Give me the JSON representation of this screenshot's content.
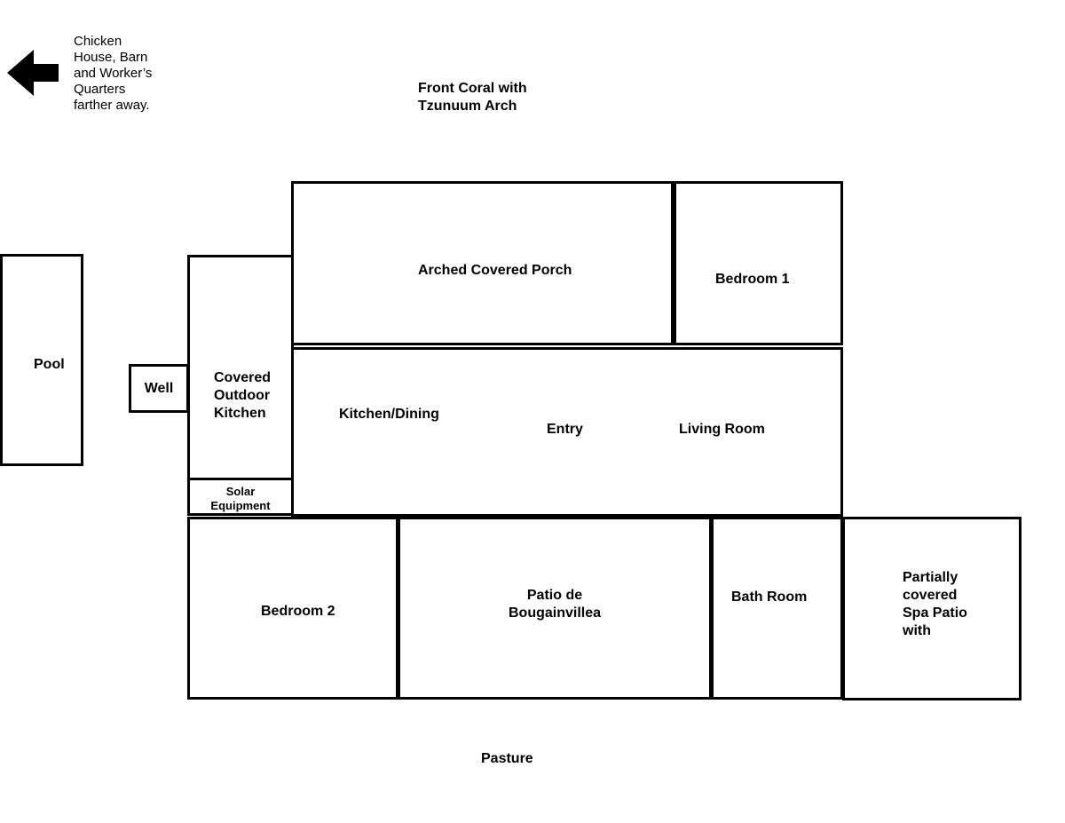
{
  "note": {
    "text": "Chicken\nHouse, Barn\nand Worker’s\nQuarters\nfarther away.",
    "arrow_icon": "arrow-left-icon"
  },
  "labels": {
    "front_coral": "Front Coral with\nTzunuum Arch",
    "pasture": "Pasture"
  },
  "rooms": {
    "arched_porch": "Arched Covered Porch",
    "bedroom1": "Bedroom 1",
    "pool": "Pool",
    "well": "Well",
    "outdoor_kitchen": "Covered\nOutdoor\nKitchen",
    "solar": "Solar\nEquipment",
    "kitchen_dining": "Kitchen/Dining",
    "entry": "Entry",
    "living_room": "Living Room",
    "bedroom2": "Bedroom 2",
    "patio": "Patio de\nBougainvillea",
    "bath": "Bath Room",
    "spa_patio": "Partially\ncovered\nSpa Patio\nwith"
  }
}
